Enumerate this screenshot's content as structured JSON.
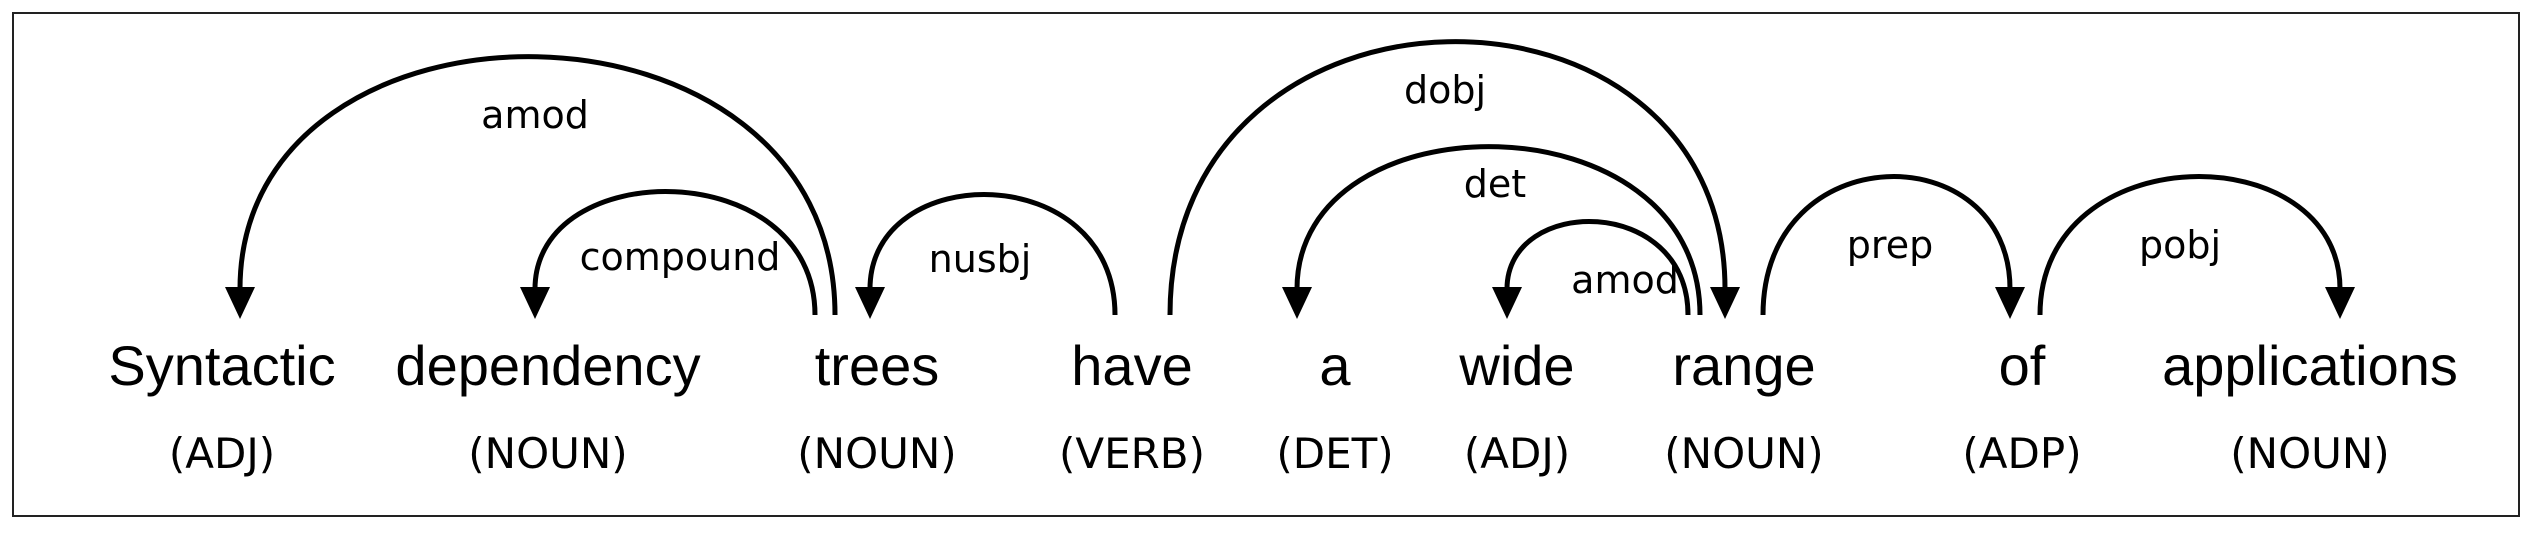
{
  "tokens": [
    {
      "text": "Syntactic",
      "tag": "(ADJ)"
    },
    {
      "text": "dependency",
      "tag": "(NOUN)"
    },
    {
      "text": "trees",
      "tag": "(NOUN)"
    },
    {
      "text": "have",
      "tag": "(VERB)"
    },
    {
      "text": "a",
      "tag": "(DET)"
    },
    {
      "text": "wide",
      "tag": "(ADJ)"
    },
    {
      "text": "range",
      "tag": "(NOUN)"
    },
    {
      "text": "of",
      "tag": "(ADP)"
    },
    {
      "text": "applications",
      "tag": "(NOUN)"
    }
  ],
  "arcs": [
    {
      "label": "amod",
      "head": 2,
      "dep": 0
    },
    {
      "label": "compound",
      "head": 2,
      "dep": 1
    },
    {
      "label": "nusbj",
      "head": 3,
      "dep": 2
    },
    {
      "label": "dobj",
      "head": 3,
      "dep": 6
    },
    {
      "label": "det",
      "head": 6,
      "dep": 4
    },
    {
      "label": "amod",
      "head": 6,
      "dep": 5
    },
    {
      "label": "prep",
      "head": 6,
      "dep": 7
    },
    {
      "label": "pobj",
      "head": 7,
      "dep": 8
    }
  ]
}
